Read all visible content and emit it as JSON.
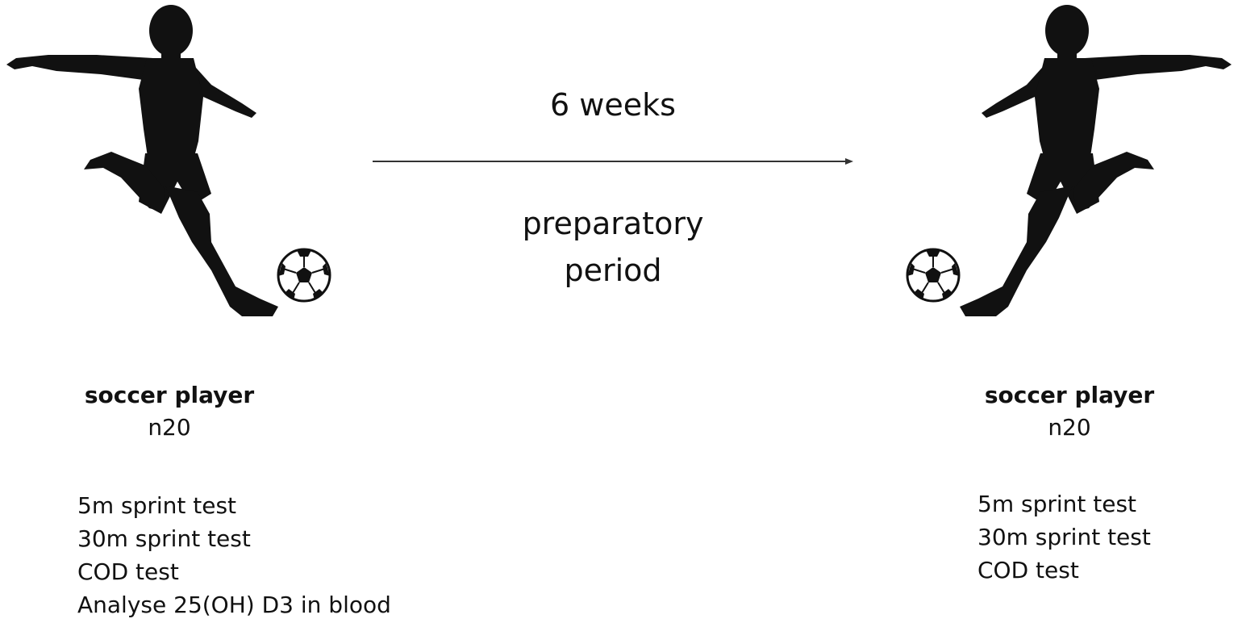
{
  "timeline": {
    "duration": "6 weeks",
    "period_line1": "preparatory",
    "period_line2": "period"
  },
  "left_group": {
    "name": "soccer player",
    "count": "n20",
    "tests": [
      "5m sprint test",
      "30m sprint test",
      "COD test",
      "Analyse 25(OH) D3 in blood"
    ]
  },
  "right_group": {
    "name": "soccer player",
    "count": "n20",
    "tests": [
      "5m sprint test",
      "30m sprint test",
      "COD test"
    ]
  },
  "icons": {
    "player": "soccer-player-silhouette-icon",
    "ball": "soccer-ball-icon",
    "arrow": "arrow-right-icon"
  },
  "colors": {
    "ink": "#111111",
    "background": "#ffffff"
  }
}
